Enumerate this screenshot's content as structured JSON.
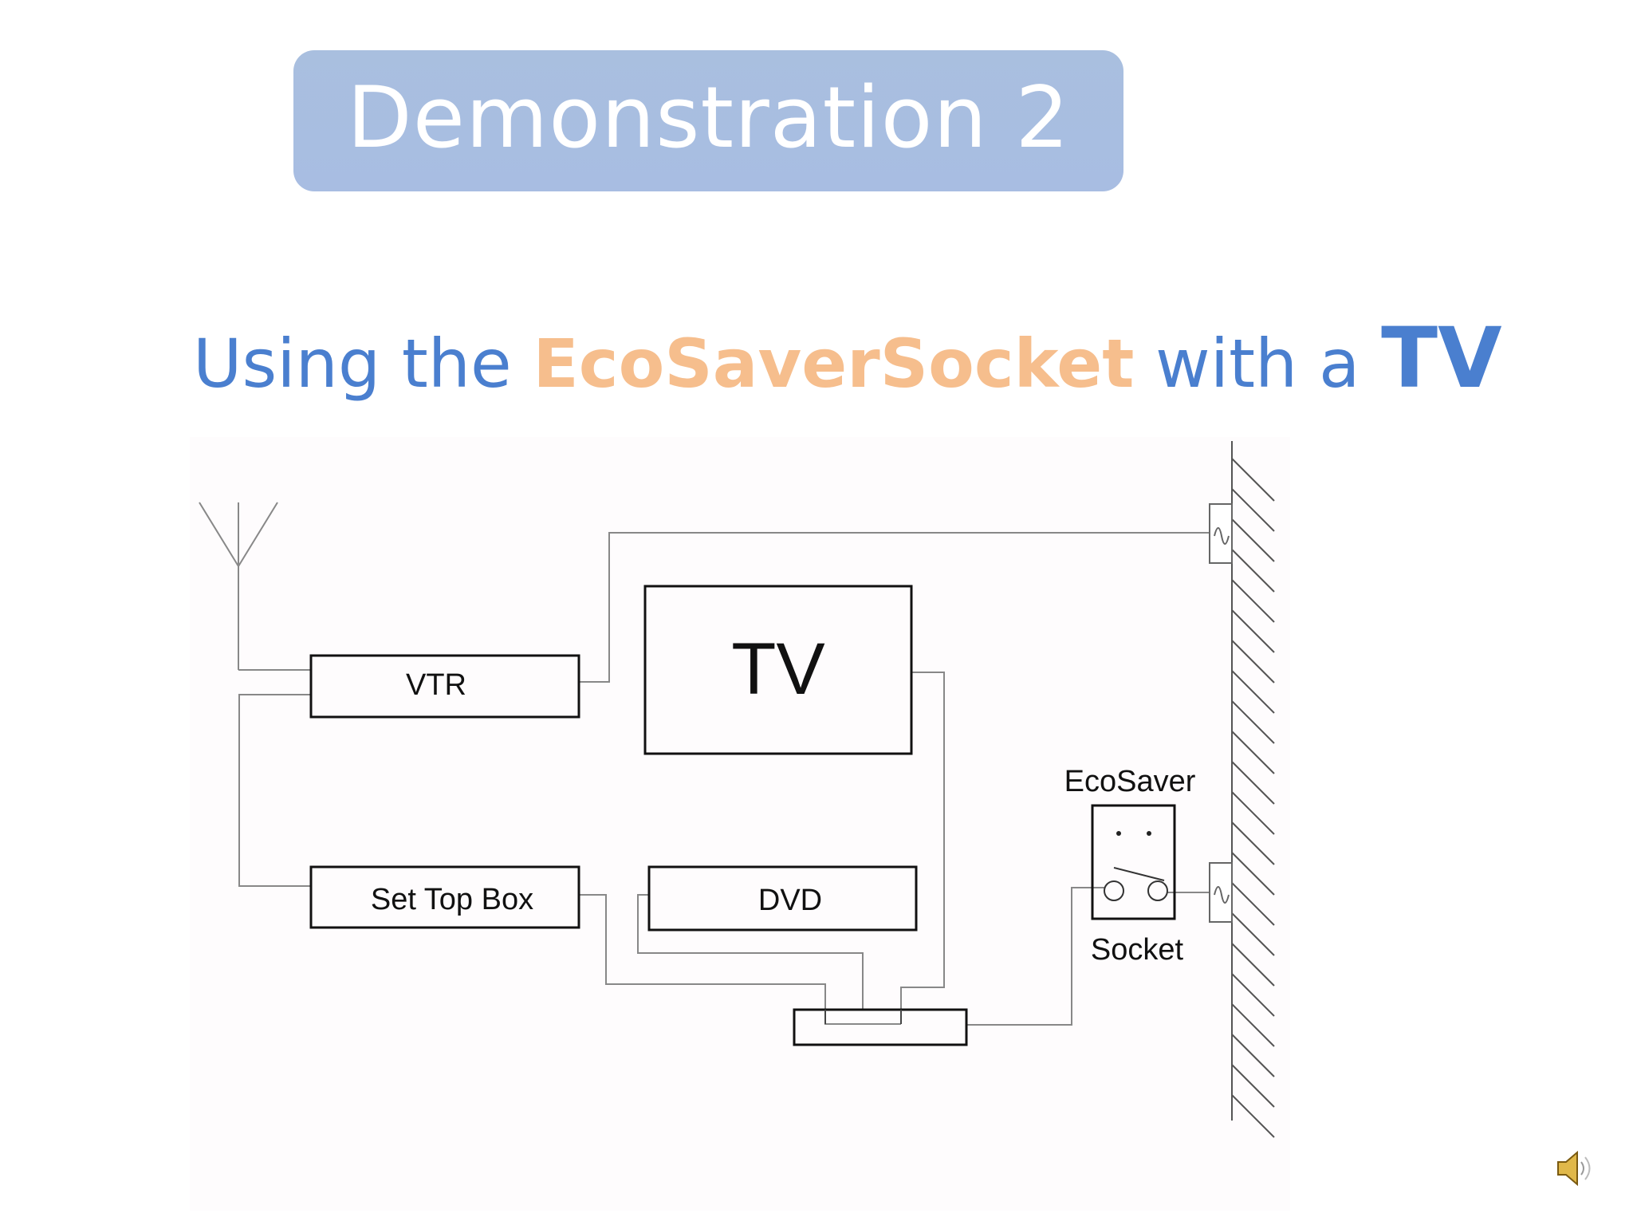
{
  "slide": {
    "title": "Demonstration 2",
    "subtitle": {
      "part1": "Using the ",
      "highlight": "EcoSaverSocket",
      "part2": " with a ",
      "emphasis": "TV"
    }
  },
  "diagram": {
    "labels": {
      "vtr": "VTR",
      "tv": "TV",
      "set_top_box": "Set Top Box",
      "dvd": "DVD",
      "ecosaver": "EcoSaver",
      "socket": "Socket"
    }
  },
  "colors": {
    "title_banner": "#a9bfdf",
    "subtitle_blue": "#4a7fcf",
    "highlight_orange": "#f6be8d"
  },
  "icons": {
    "audio": "speaker-icon"
  }
}
